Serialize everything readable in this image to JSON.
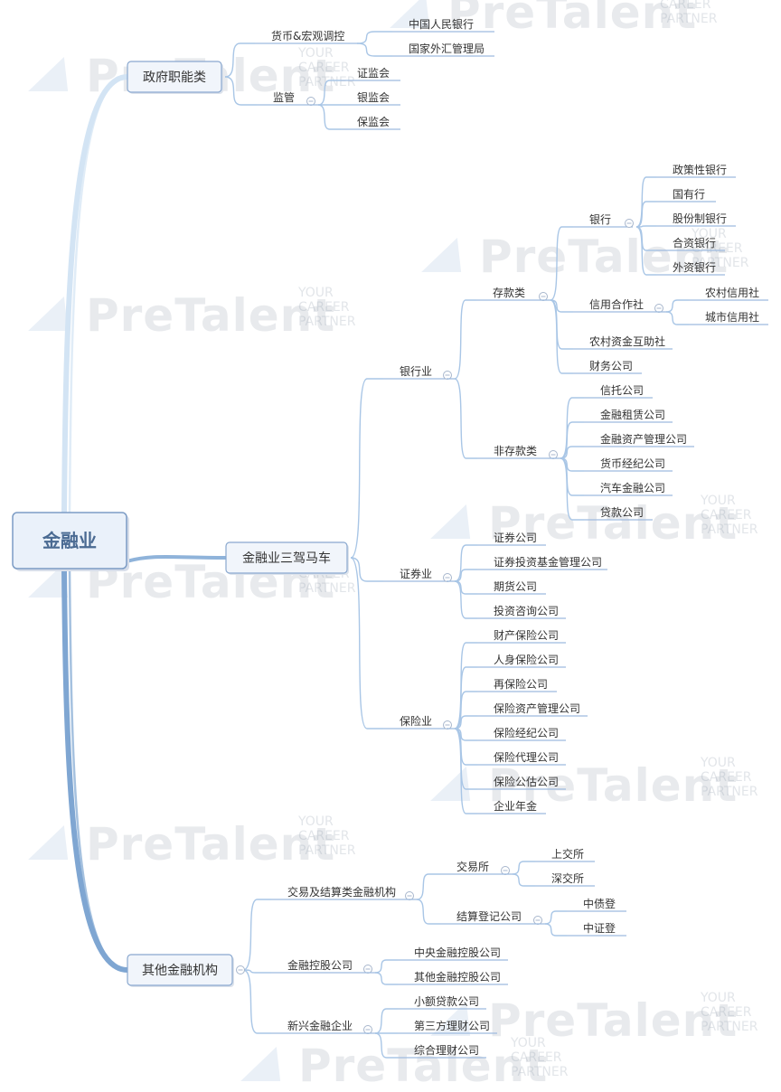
{
  "watermark": {
    "brand": "PreTalent",
    "tagline": "YOUR\nCAREER\nPARTNER"
  },
  "root": {
    "label": "金融业",
    "children": [
      {
        "label": "政府职能类",
        "children": [
          {
            "label": "货币&宏观调控",
            "children": [
              {
                "label": "中国人民银行"
              },
              {
                "label": "国家外汇管理局"
              }
            ]
          },
          {
            "label": "监管",
            "children": [
              {
                "label": "证监会"
              },
              {
                "label": "银监会"
              },
              {
                "label": "保监会"
              }
            ]
          }
        ]
      },
      {
        "label": "金融业三驾马车",
        "children": [
          {
            "label": "银行业",
            "children": [
              {
                "label": "存款类",
                "children": [
                  {
                    "label": "银行",
                    "children": [
                      {
                        "label": "政策性银行"
                      },
                      {
                        "label": "国有行"
                      },
                      {
                        "label": "股份制银行"
                      },
                      {
                        "label": "合资银行"
                      },
                      {
                        "label": "外资银行"
                      }
                    ]
                  },
                  {
                    "label": "信用合作社",
                    "children": [
                      {
                        "label": "农村信用社"
                      },
                      {
                        "label": "城市信用社"
                      }
                    ]
                  },
                  {
                    "label": "农村资金互助社"
                  },
                  {
                    "label": "财务公司"
                  }
                ]
              },
              {
                "label": "非存款类",
                "children": [
                  {
                    "label": "信托公司"
                  },
                  {
                    "label": "金融租赁公司"
                  },
                  {
                    "label": "金融资产管理公司"
                  },
                  {
                    "label": "货币经纪公司"
                  },
                  {
                    "label": "汽车金融公司"
                  },
                  {
                    "label": "贷款公司"
                  }
                ]
              }
            ]
          },
          {
            "label": "证券业",
            "children": [
              {
                "label": "证券公司"
              },
              {
                "label": "证券投资基金管理公司"
              },
              {
                "label": "期货公司"
              },
              {
                "label": "投资咨询公司"
              }
            ]
          },
          {
            "label": "保险业",
            "children": [
              {
                "label": "财产保险公司"
              },
              {
                "label": "人身保险公司"
              },
              {
                "label": "再保险公司"
              },
              {
                "label": "保险资产管理公司"
              },
              {
                "label": "保险经纪公司"
              },
              {
                "label": "保险代理公司"
              },
              {
                "label": "保险公估公司"
              },
              {
                "label": "企业年金"
              }
            ]
          }
        ]
      },
      {
        "label": "其他金融机构",
        "children": [
          {
            "label": "交易及结算类金融机构",
            "children": [
              {
                "label": "交易所",
                "children": [
                  {
                    "label": "上交所"
                  },
                  {
                    "label": "深交所"
                  }
                ]
              },
              {
                "label": "结算登记公司",
                "children": [
                  {
                    "label": "中债登"
                  },
                  {
                    "label": "中证登"
                  }
                ]
              }
            ]
          },
          {
            "label": "金融控股公司",
            "children": [
              {
                "label": "中央金融控股公司"
              },
              {
                "label": "其他金融控股公司"
              }
            ]
          },
          {
            "label": "新兴金融企业",
            "children": [
              {
                "label": "小额贷款公司"
              },
              {
                "label": "第三方理财公司"
              },
              {
                "label": "综合理财公司"
              }
            ]
          }
        ]
      }
    ]
  }
}
